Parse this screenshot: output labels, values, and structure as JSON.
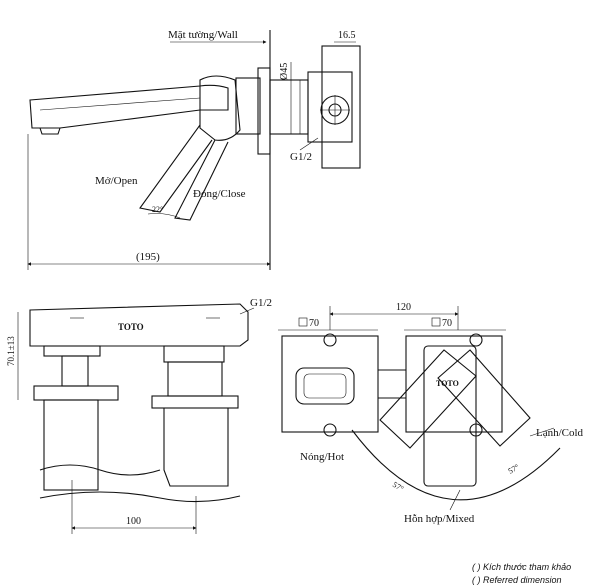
{
  "labels": {
    "wall": "Mặt tường/Wall",
    "dim_16_5": "16.5",
    "dim_45": "Ø45",
    "g_top": "G1/2",
    "open": "Mở/Open",
    "close": "Đóng/Close",
    "angle_22": "22°",
    "dim_195": "(195)",
    "g_front": "G1/2",
    "dim_70_13": "70.1±13",
    "brand_front": "TOTO",
    "dim_100": "100",
    "sq70_left": "70",
    "sq70_right": "70",
    "dim_120": "120",
    "brand_top": "TOTO",
    "hot": "Nóng/Hot",
    "cold": "Lạnh/Cold",
    "angle_57_left": "57°",
    "angle_57_right": "57°",
    "mixed": "Hỗn hợp/Mixed"
  },
  "notes": {
    "ref_vi": "( ) Kích thước tham khảo",
    "ref_en": "( ) Referred dimension"
  }
}
